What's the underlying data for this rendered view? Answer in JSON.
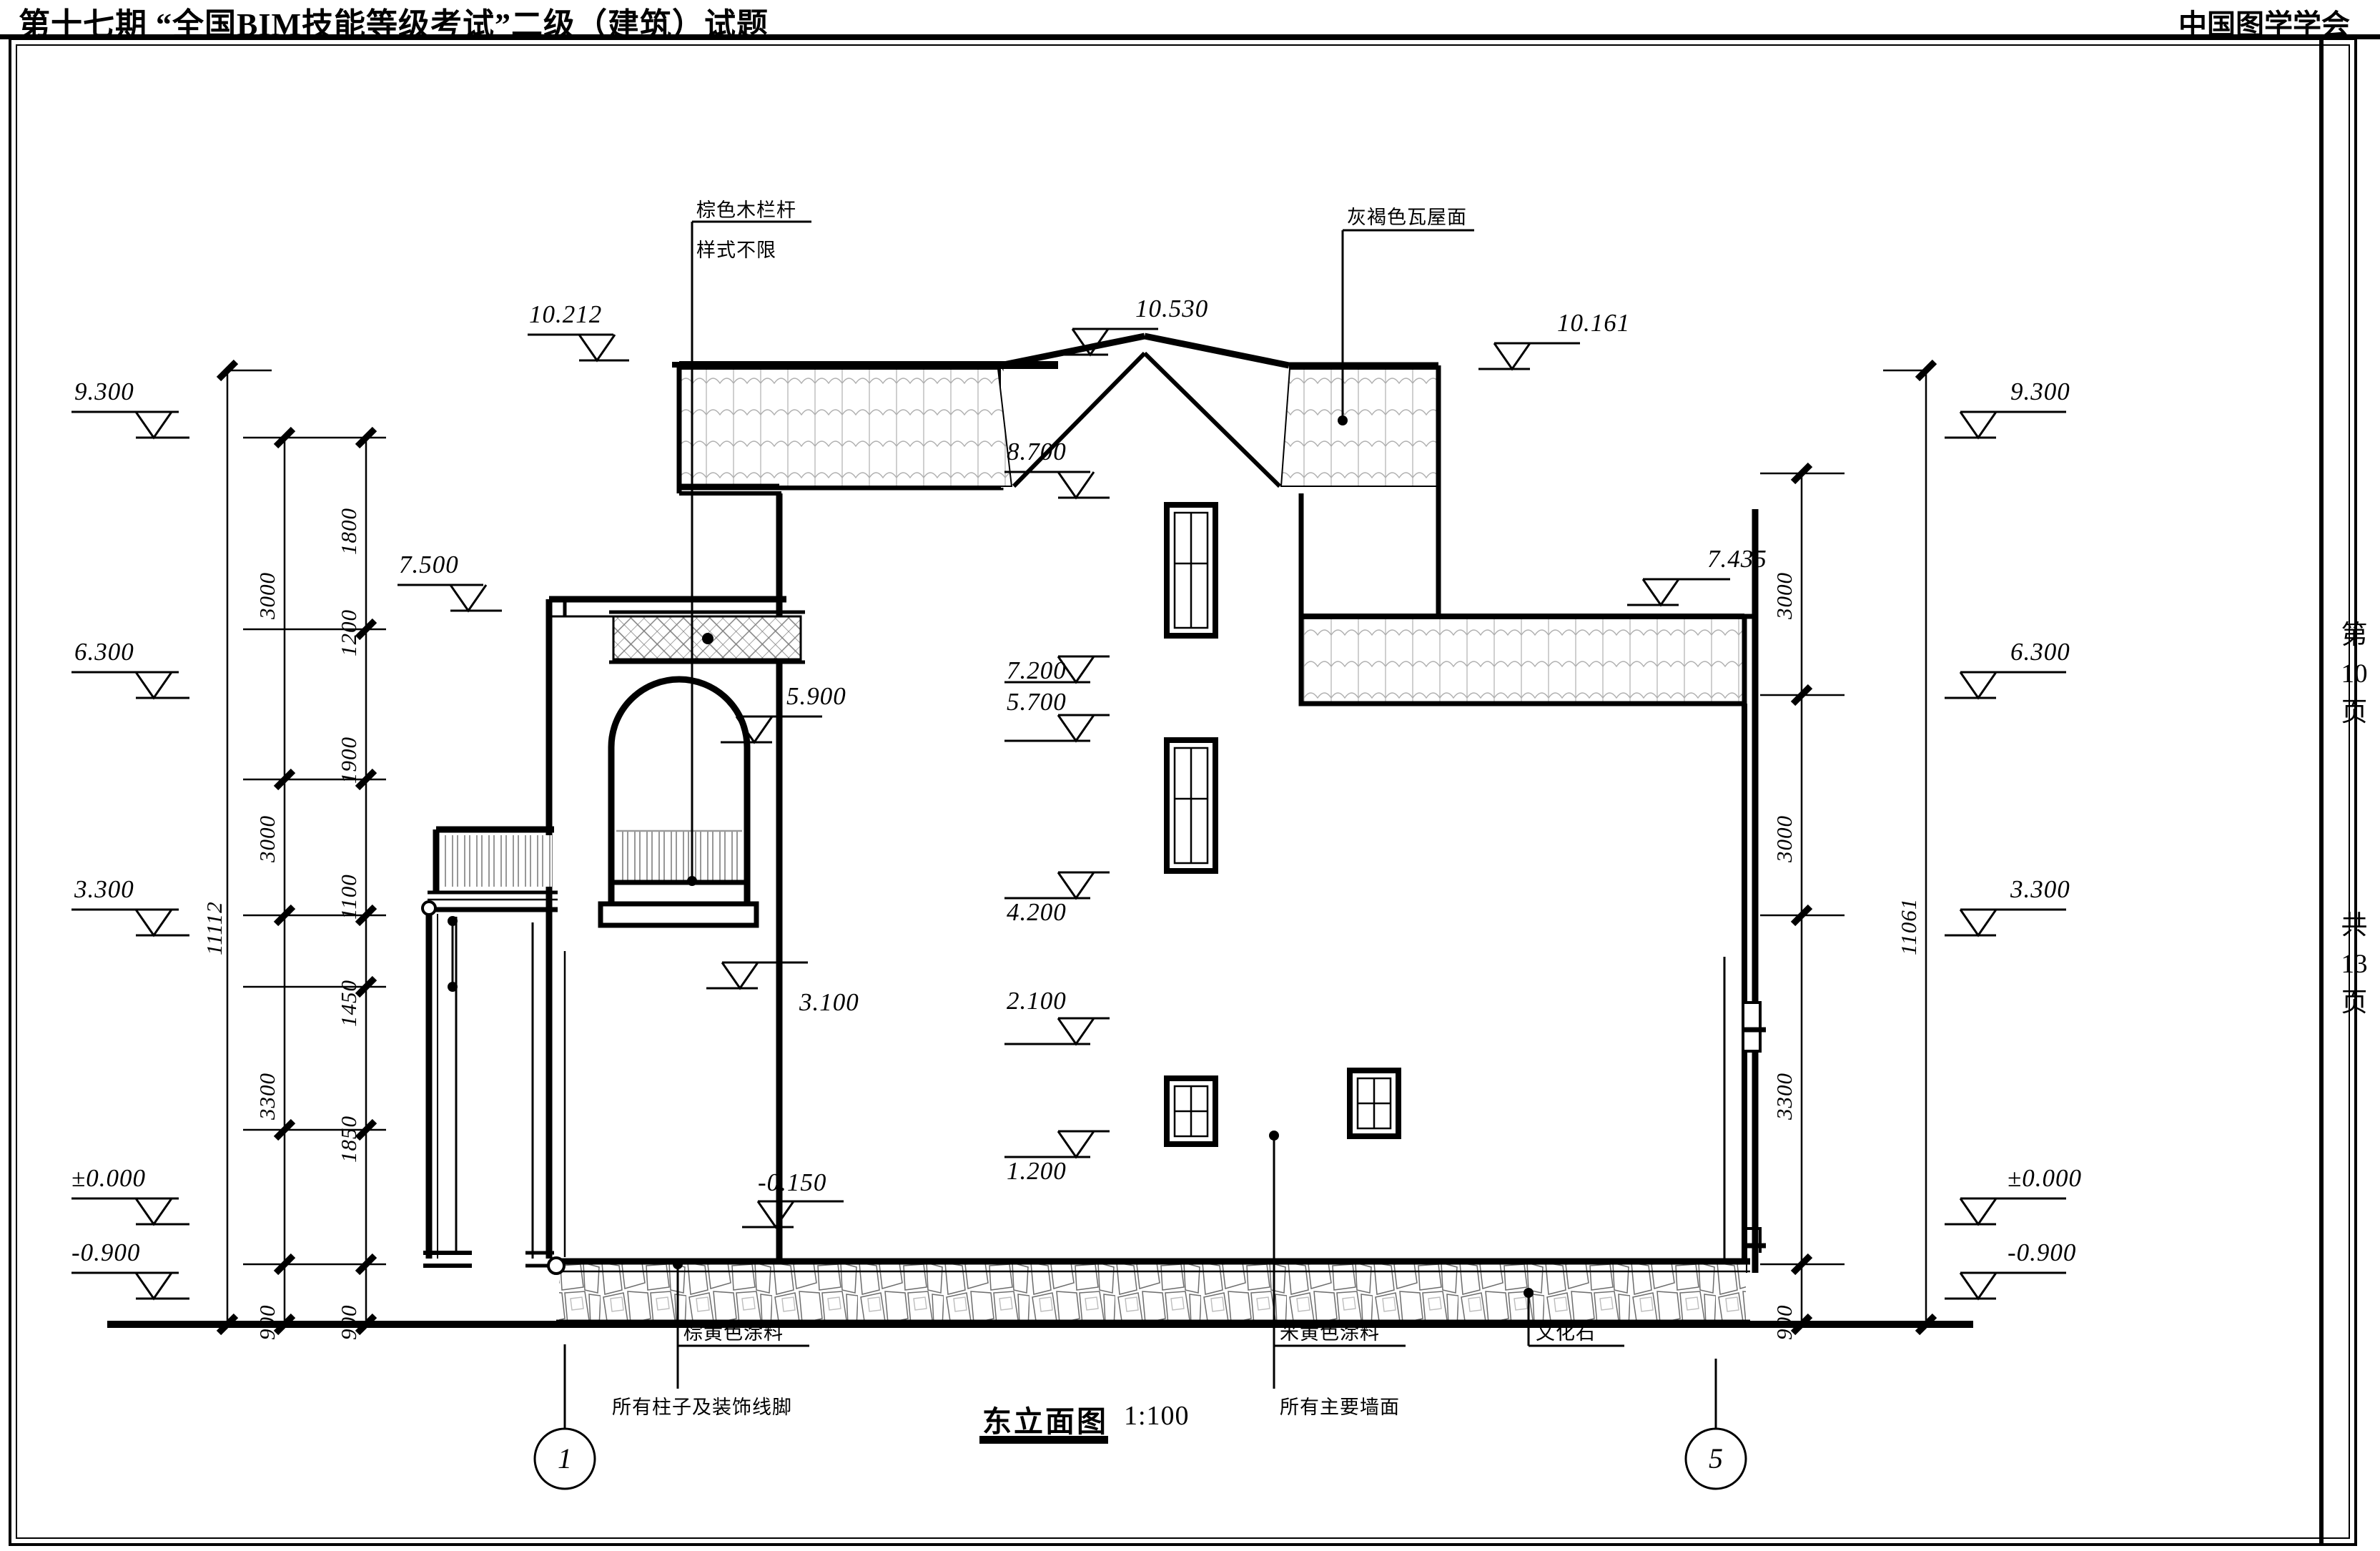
{
  "header": {
    "title": "第十七期 “全国BIM技能等级考试”二级（建筑）试题",
    "org": "中国图学学会"
  },
  "margin": {
    "page_label": "第",
    "page_number": "10",
    "page_unit": "页",
    "total_label": "共",
    "total_number": "13",
    "total_unit": "页"
  },
  "figure": {
    "title": "东立面图",
    "scale": "1:100"
  },
  "grid_markers": [
    {
      "id": "grid-1",
      "label": "1"
    },
    {
      "id": "grid-5",
      "label": "5"
    }
  ],
  "annotations": [
    {
      "id": "note-railing",
      "line1": "棕色木栏杆",
      "line2": "样式不限"
    },
    {
      "id": "note-roof-tile",
      "line1": "灰褐色瓦屋面",
      "line2": ""
    },
    {
      "id": "note-column-paint",
      "line1": "棕黄色涂料",
      "line2": "所有柱子及装饰线脚"
    },
    {
      "id": "note-wall-paint",
      "line1": "米黄色涂料",
      "line2": "所有主要墙面"
    },
    {
      "id": "note-culture-stone",
      "line1": "文化石",
      "line2": ""
    }
  ],
  "levels_left": [
    {
      "id": "lvl-l-9300",
      "value": "9.300"
    },
    {
      "id": "lvl-l-6300",
      "value": "6.300"
    },
    {
      "id": "lvl-l-3300",
      "value": "3.300"
    },
    {
      "id": "lvl-l-0000",
      "value": "±0.000"
    },
    {
      "id": "lvl-l-m0900",
      "value": "-0.900"
    }
  ],
  "levels_right": [
    {
      "id": "lvl-r-9300",
      "value": "9.300"
    },
    {
      "id": "lvl-r-6300",
      "value": "6.300"
    },
    {
      "id": "lvl-r-3300",
      "value": "3.300"
    },
    {
      "id": "lvl-r-0000",
      "value": "±0.000"
    },
    {
      "id": "lvl-r-m0900",
      "value": "-0.900"
    }
  ],
  "levels_inner": [
    {
      "id": "lvl-10212",
      "value": "10.212"
    },
    {
      "id": "lvl-10530",
      "value": "10.530"
    },
    {
      "id": "lvl-10161",
      "value": "10.161"
    },
    {
      "id": "lvl-8700",
      "value": "8.700"
    },
    {
      "id": "lvl-7500",
      "value": "7.500"
    },
    {
      "id": "lvl-7435",
      "value": "7.435"
    },
    {
      "id": "lvl-7200",
      "value": "7.200"
    },
    {
      "id": "lvl-5700",
      "value": "5.700"
    },
    {
      "id": "lvl-5900",
      "value": "5.900"
    },
    {
      "id": "lvl-4200",
      "value": "4.200"
    },
    {
      "id": "lvl-3100",
      "value": "3.100"
    },
    {
      "id": "lvl-2100",
      "value": "2.100"
    },
    {
      "id": "lvl-1200",
      "value": "1.200"
    },
    {
      "id": "lvl-m0150",
      "value": "-0.150"
    }
  ],
  "dims_left_outer": [
    {
      "id": "dim-l-total",
      "value": "11112"
    }
  ],
  "dims_left_chain_a": [
    {
      "id": "dim-l-3000-a",
      "value": "3000"
    },
    {
      "id": "dim-l-3000-b",
      "value": "3000"
    },
    {
      "id": "dim-l-3300",
      "value": "3300"
    },
    {
      "id": "dim-l-900",
      "value": "900"
    }
  ],
  "dims_left_chain_b": [
    {
      "id": "dim-l-1800",
      "value": "1800"
    },
    {
      "id": "dim-l-1200",
      "value": "1200"
    },
    {
      "id": "dim-l-1900",
      "value": "1900"
    },
    {
      "id": "dim-l-1100",
      "value": "1100"
    },
    {
      "id": "dim-l-1450",
      "value": "1450"
    },
    {
      "id": "dim-l-1850",
      "value": "1850"
    },
    {
      "id": "dim-l-900b",
      "value": "900"
    }
  ],
  "dims_right_chain": [
    {
      "id": "dim-r-3000-a",
      "value": "3000"
    },
    {
      "id": "dim-r-3000-b",
      "value": "3000"
    },
    {
      "id": "dim-r-3300",
      "value": "3300"
    },
    {
      "id": "dim-r-900",
      "value": "900"
    }
  ],
  "dims_right_outer": [
    {
      "id": "dim-r-total",
      "value": "11061"
    }
  ],
  "colors": {
    "ink": "#000000",
    "hatch": "#9a9a9a",
    "thin": "#4a4a4a"
  }
}
